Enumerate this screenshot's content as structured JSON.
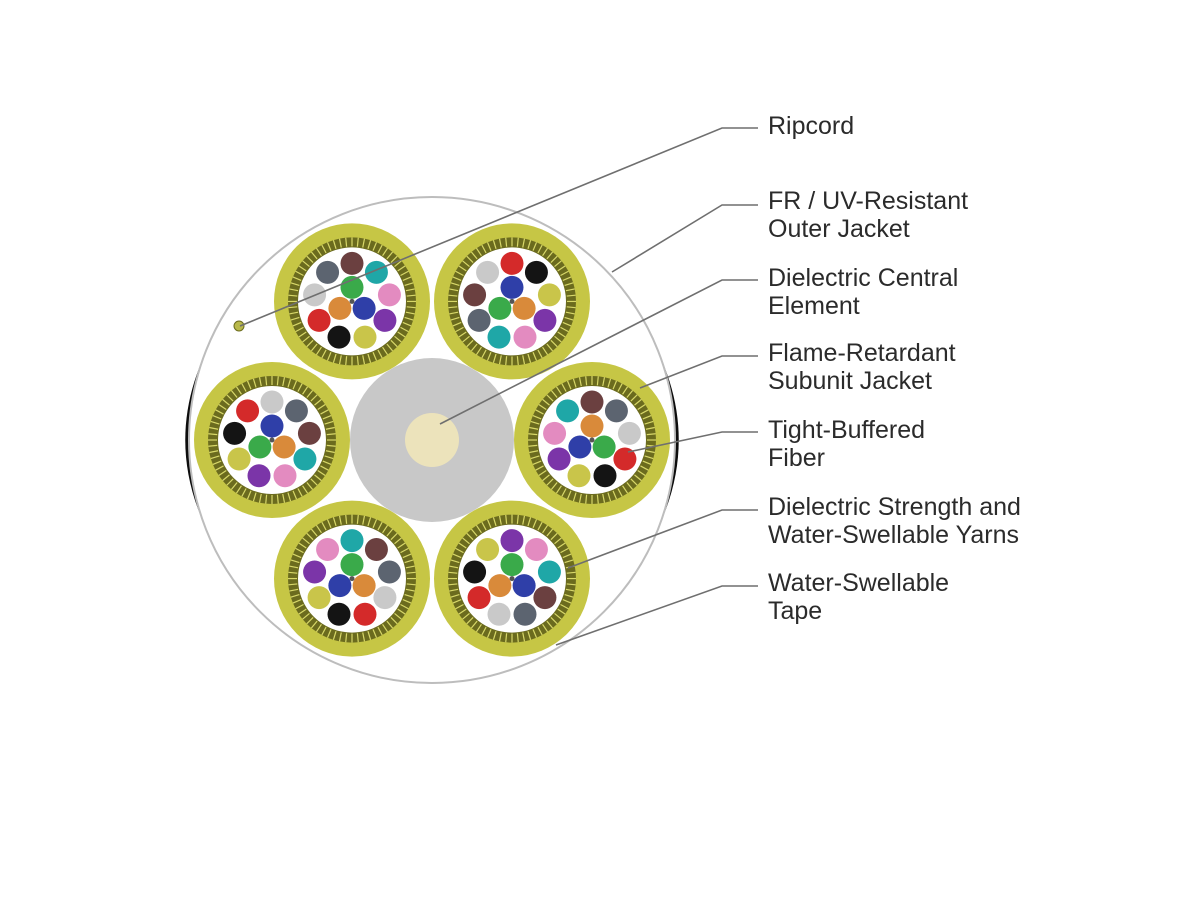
{
  "colors": {
    "outer_jacket": "#0d0d0d",
    "tape": "#ffffff",
    "tape_edge": "#bdbdbd",
    "central_element": "#c8c8c8",
    "central_core": "#ece3bb",
    "subunit_jacket": "#c6c645",
    "yarn_band": "#6b6b1e",
    "subunit_interior": "#ffffff",
    "ripcord": "#b9b94a",
    "leader_line": "#6f6f6f",
    "label_text": "#2b2b2b"
  },
  "fiber_colors": {
    "blue": "#2f3fa8",
    "orange": "#d98a3a",
    "green": "#3aaa4a",
    "brown": "#6b4040",
    "slate": "#5c6470",
    "white": "#c9c9c9",
    "red": "#d42a2a",
    "black": "#141414",
    "yellow": "#c9c54a",
    "violet": "#7b35a8",
    "rose": "#e38bc0",
    "aqua": "#1fa7a7"
  },
  "subunits": [
    {
      "id": "top-left",
      "fibers": [
        "green",
        "blue",
        "orange",
        "brown",
        "aqua",
        "rose",
        "violet",
        "yellow",
        "black",
        "red",
        "white",
        "slate"
      ]
    },
    {
      "id": "top-right",
      "fibers": [
        "blue",
        "orange",
        "green",
        "red",
        "black",
        "yellow",
        "violet",
        "rose",
        "aqua",
        "slate",
        "brown",
        "white"
      ]
    },
    {
      "id": "right",
      "fibers": [
        "orange",
        "green",
        "blue",
        "brown",
        "slate",
        "white",
        "red",
        "black",
        "yellow",
        "violet",
        "rose",
        "aqua"
      ]
    },
    {
      "id": "bottom-right",
      "fibers": [
        "green",
        "blue",
        "orange",
        "violet",
        "rose",
        "aqua",
        "brown",
        "slate",
        "white",
        "red",
        "black",
        "yellow"
      ]
    },
    {
      "id": "bottom-left",
      "fibers": [
        "green",
        "orange",
        "blue",
        "aqua",
        "brown",
        "slate",
        "white",
        "red",
        "black",
        "yellow",
        "violet",
        "rose"
      ]
    },
    {
      "id": "left",
      "fibers": [
        "blue",
        "orange",
        "green",
        "white",
        "slate",
        "brown",
        "aqua",
        "rose",
        "violet",
        "yellow",
        "black",
        "red"
      ]
    }
  ],
  "labels": [
    {
      "id": "ripcord",
      "lines": [
        "Ripcord"
      ]
    },
    {
      "id": "outer-jacket",
      "lines": [
        "FR / UV-Resistant",
        "Outer Jacket"
      ]
    },
    {
      "id": "central-element",
      "lines": [
        "Dielectric Central",
        "Element"
      ]
    },
    {
      "id": "subunit-jacket",
      "lines": [
        "Flame-Retardant",
        "Subunit Jacket"
      ]
    },
    {
      "id": "tight-buffered-fiber",
      "lines": [
        "Tight-Buffered",
        "Fiber"
      ]
    },
    {
      "id": "strength-yarns",
      "lines": [
        "Dielectric Strength and",
        "Water-Swellable Yarns"
      ]
    },
    {
      "id": "water-swellable-tape",
      "lines": [
        "Water-Swellable",
        "Tape"
      ]
    }
  ]
}
